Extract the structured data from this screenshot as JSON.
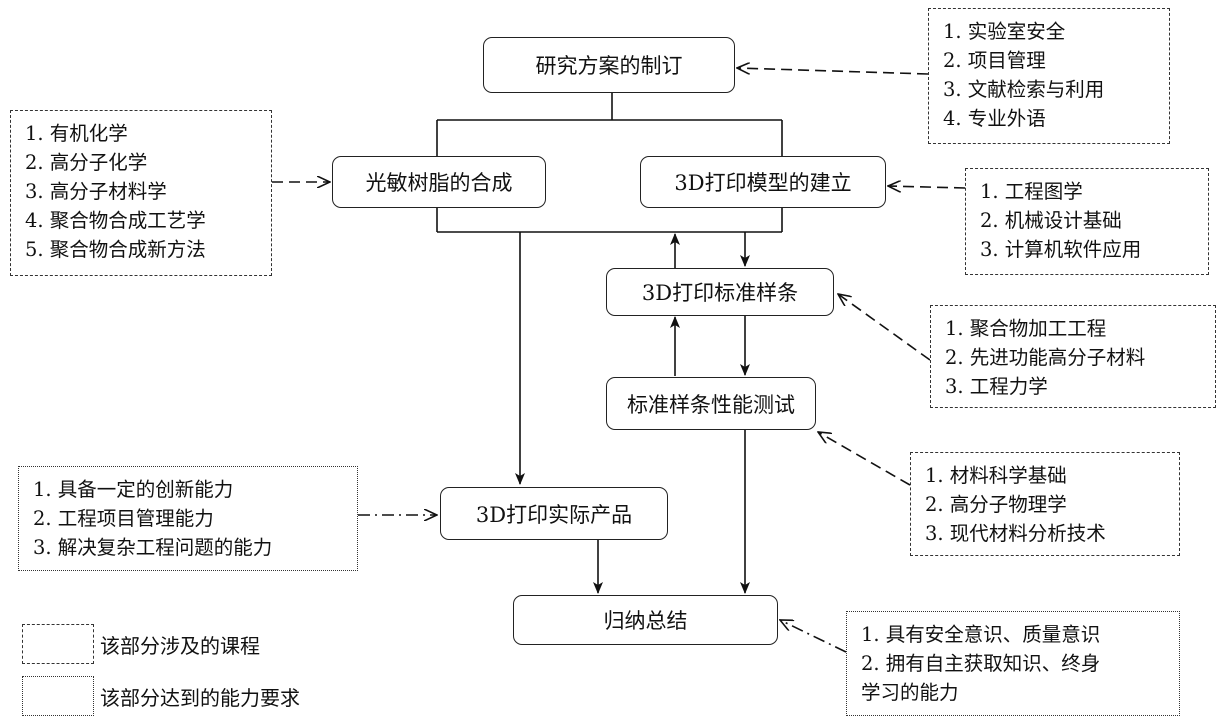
{
  "nodes": {
    "plan": "研究方案的制订",
    "resin": "光敏树脂的合成",
    "model": "3D打印模型的建立",
    "std_print": "3D打印标准样条",
    "std_test": "标准样条性能测试",
    "product": "3D打印实际产品",
    "summary": "归纳总结"
  },
  "notes": {
    "plan_courses": [
      "1. 实验室安全",
      "2. 项目管理",
      "3. 文献检索与利用",
      "4. 专业外语"
    ],
    "resin_courses": [
      "1. 有机化学",
      "2. 高分子化学",
      "3. 高分子材料学",
      "4. 聚合物合成工艺学",
      "5. 聚合物合成新方法"
    ],
    "model_courses": [
      "1. 工程图学",
      "2. 机械设计基础",
      "3. 计算机软件应用"
    ],
    "print_courses": [
      "1. 聚合物加工工程",
      "2. 先进功能高分子材料",
      "3. 工程力学"
    ],
    "test_courses": [
      "1. 材料科学基础",
      "2. 高分子物理学",
      "3. 现代材料分析技术"
    ],
    "product_abilities": [
      "1. 具备一定的创新能力",
      "2. 工程项目管理能力",
      "3. 解决复杂工程问题的能力"
    ],
    "summary_abilities": [
      "1. 具有安全意识、质量意识",
      "2. 拥有自主获取知识、终身",
      "学习的能力"
    ]
  },
  "legend": {
    "courses": "该部分涉及的课程",
    "abilities": "该部分达到的能力要求"
  }
}
